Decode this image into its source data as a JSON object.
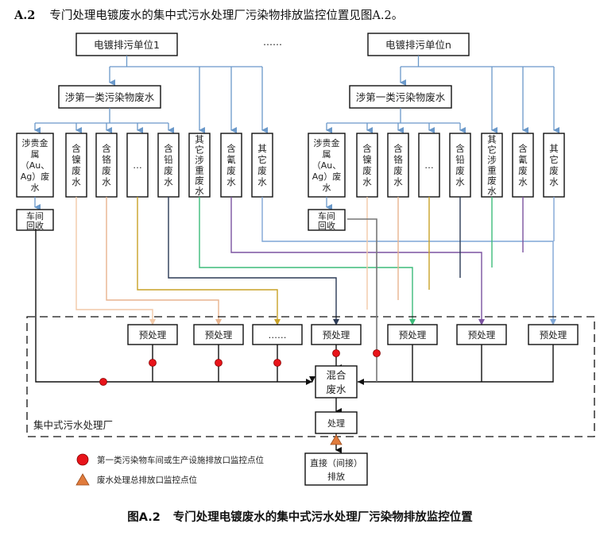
{
  "intro": {
    "number": "A.2",
    "text": "专门处理电镀废水的集中式污水处理厂污染物排放监控位置见图A.2。"
  },
  "caption": {
    "number": "图A.2",
    "text": "专门处理电镀废水的集中式污水处理厂污染物排放监控位置"
  },
  "sources": {
    "unit_1": "电镀排污单位1",
    "unit_n": "电镀排污单位n",
    "ellipsis": "……"
  },
  "category_box": "涉第一类污染物废水",
  "streams": [
    {
      "id": "precious",
      "lines": [
        "涉贵金",
        "属",
        "（Au、",
        "Ag）废",
        "水"
      ]
    },
    {
      "id": "nickel",
      "lines": [
        "含",
        "镍",
        "废",
        "水"
      ],
      "color": "#f2c9a8"
    },
    {
      "id": "chromium",
      "lines": [
        "含",
        "铬",
        "废",
        "水"
      ],
      "color": "#e8b48f"
    },
    {
      "id": "other-first",
      "lines": [
        "…"
      ],
      "color": "#c9a227"
    },
    {
      "id": "lead",
      "lines": [
        "含",
        "铅",
        "废",
        "水"
      ],
      "color": "#2b3a55"
    },
    {
      "id": "heavy",
      "lines": [
        "其",
        "它",
        "涉",
        "重",
        "废",
        "水"
      ],
      "color": "#3dbb7a"
    },
    {
      "id": "cyanide",
      "lines": [
        "含",
        "氰",
        "废",
        "水"
      ],
      "color": "#7b52a0"
    },
    {
      "id": "other",
      "lines": [
        "其",
        "它",
        "废",
        "水"
      ],
      "color": "#7fa6d6"
    }
  ],
  "recovery_box": [
    "车间",
    "回收"
  ],
  "pretreatment_boxes": [
    "预处理",
    "预处理",
    "……",
    "预处理",
    "预处理",
    "预处理",
    "预处理"
  ],
  "mixed_box": [
    "混合",
    "废水"
  ],
  "treatment_box": "处理",
  "discharge_box": [
    "直接（间接）",
    "排放"
  ],
  "plant_label": "集中式污水处理厂",
  "legend": [
    {
      "symbol": "red-circle",
      "label": "第一类污染物车间或生产设施排放口监控点位",
      "color": "#e8141a"
    },
    {
      "symbol": "orange-triangle",
      "label": "废水处理总排放口监控点位",
      "color": "#e07b3c"
    }
  ],
  "colors": {
    "flow_blue": "#6a98c9",
    "nickel": "#f2c9a8",
    "chromium": "#e8b48f",
    "other_first": "#c9a227",
    "lead": "#2b3a55",
    "heavy": "#3dbb7a",
    "cyanide": "#7b52a0",
    "other": "#7fa6d6",
    "recovery": "#777777",
    "monitor_point": "#e8141a",
    "outfall_point": "#e07b3c"
  }
}
